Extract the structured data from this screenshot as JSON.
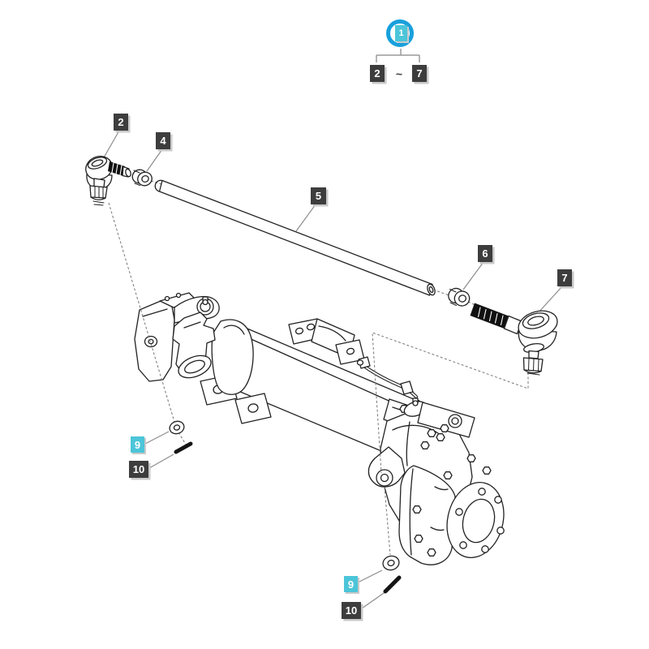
{
  "page": {
    "background": "#ffffff"
  },
  "legend": {
    "assembly_number": "1",
    "range_start": "2",
    "range_separator": "~",
    "range_end": "7"
  },
  "colors": {
    "callout_dark": "#3d3d3d",
    "callout_cyan": "#4cc5d9",
    "selection_ring_blue": "#18a0dc",
    "callout_shadow": "#c9c9c9",
    "line_art": "#222222",
    "leader_line": "#8c8c8c"
  },
  "callouts": [
    {
      "part": "tie-rod-end-left",
      "label": "2",
      "variant": "dark"
    },
    {
      "part": "slotted-nut",
      "label": "4",
      "variant": "dark"
    },
    {
      "part": "tie-rod-tube",
      "label": "5",
      "variant": "dark"
    },
    {
      "part": "lock-nut",
      "label": "6",
      "variant": "dark"
    },
    {
      "part": "tie-rod-end-right",
      "label": "7",
      "variant": "dark"
    },
    {
      "part": "washer-left",
      "label": "9",
      "variant": "cyan"
    },
    {
      "part": "cotter-pin-left",
      "label": "10",
      "variant": "dark"
    },
    {
      "part": "washer-right",
      "label": "9",
      "variant": "cyan"
    },
    {
      "part": "cotter-pin-right",
      "label": "10",
      "variant": "dark"
    }
  ],
  "parts_illustrated": [
    "tie-rod-end-left",
    "slotted-nut",
    "tie-rod-tube",
    "lock-nut",
    "tie-rod-end-right",
    "front-axle-housing",
    "washer-left",
    "cotter-pin-left",
    "washer-right",
    "cotter-pin-right"
  ]
}
